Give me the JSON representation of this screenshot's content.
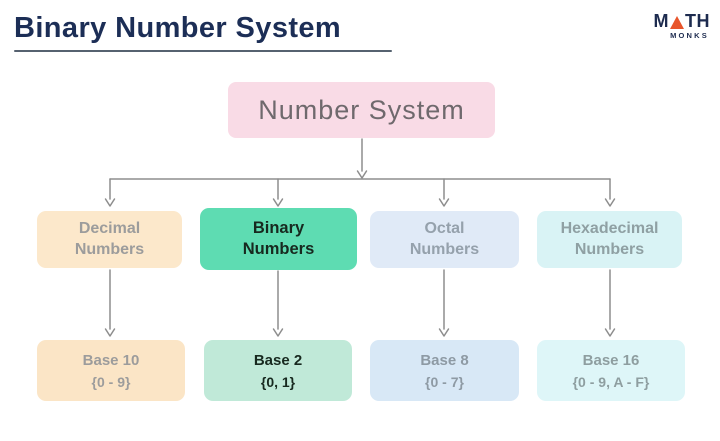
{
  "header": {
    "title": "Binary Number System",
    "title_color": "#1c2e56",
    "underline_color": "#566270"
  },
  "logo": {
    "top_left": "M",
    "top_right": "TH",
    "bottom": "MONKS",
    "text_color": "#1d2b4f",
    "triangle_color": "#e8552b"
  },
  "diagram": {
    "connector_color": "#8d8d8d",
    "root": {
      "label": "Number System",
      "bg": "#f9dbe6",
      "text_color": "#6f696d"
    },
    "branches": [
      {
        "name": "decimal",
        "label_line1": "Decimal",
        "label_line2": "Numbers",
        "bg": "#fce8cb",
        "text_color": "#9c9c9c",
        "base": {
          "line1": "Base 10",
          "line2": "{0 - 9}",
          "bg": "#fbe5c6",
          "text_color": "#9c9c9c"
        }
      },
      {
        "name": "binary",
        "label_line1": "Binary",
        "label_line2": "Numbers",
        "bg": "#5edcb2",
        "text_color": "#17291f",
        "base": {
          "line1": "Base 2",
          "line2": "{0, 1}",
          "bg": "#c0e9d8",
          "text_color": "#17291f"
        }
      },
      {
        "name": "octal",
        "label_line1": "Octal",
        "label_line2": "Numbers",
        "bg": "#e0eaf7",
        "text_color": "#95a1ac",
        "base": {
          "line1": "Base 8",
          "line2": "{0 - 7}",
          "bg": "#d8e8f6",
          "text_color": "#8e9aa4"
        }
      },
      {
        "name": "hexadecimal",
        "label_line1": "Hexadecimal",
        "label_line2": "Numbers",
        "bg": "#d9f3f5",
        "text_color": "#8fa0a3",
        "base": {
          "line1": "Base 16",
          "line2": "{0 - 9, A - F}",
          "bg": "#def6f8",
          "text_color": "#8e9ea0"
        }
      }
    ]
  }
}
